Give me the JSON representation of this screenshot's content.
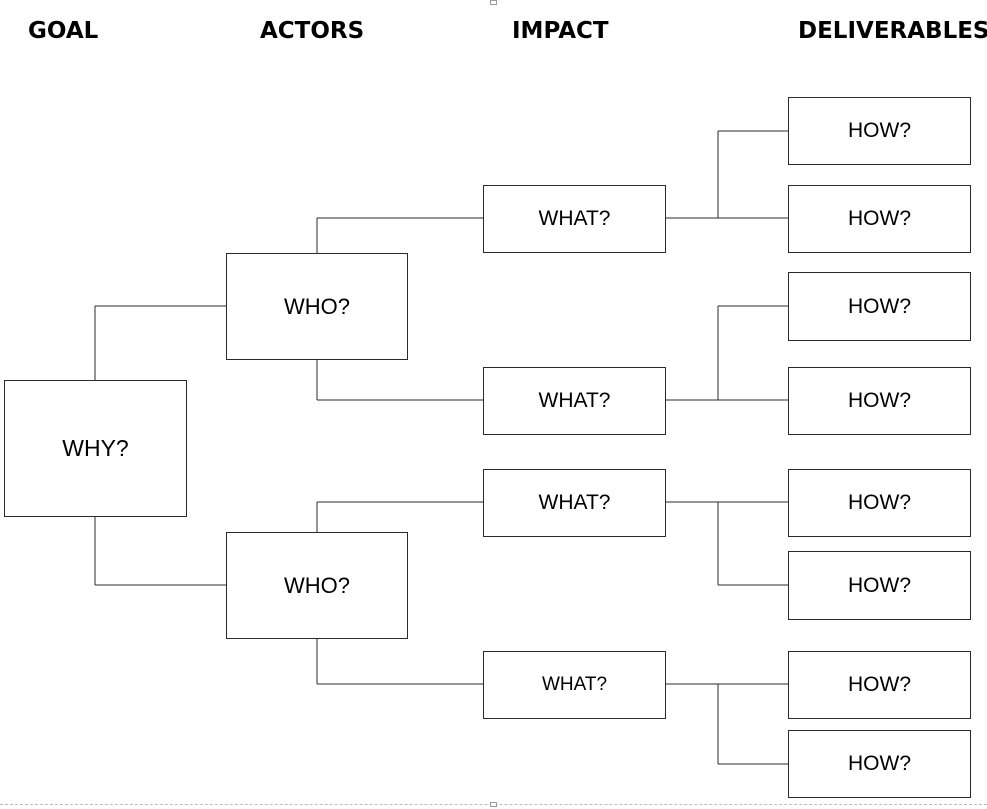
{
  "headers": {
    "goal": "GOAL",
    "actors": "ACTORS",
    "impact": "IMPACT",
    "deliverables": "DELIVERABLES"
  },
  "nodes": {
    "goal": "WHY?",
    "actors": [
      "WHO?",
      "WHO?"
    ],
    "impacts": [
      "WHAT?",
      "WHAT?",
      "WHAT?",
      "WHAT?"
    ],
    "deliverables": [
      "HOW?",
      "HOW?",
      "HOW?",
      "HOW?",
      "HOW?",
      "HOW?",
      "HOW?",
      "HOW?"
    ]
  },
  "colors": {
    "stroke": "#2b2b2b",
    "text": "#000000",
    "background": "#ffffff"
  }
}
